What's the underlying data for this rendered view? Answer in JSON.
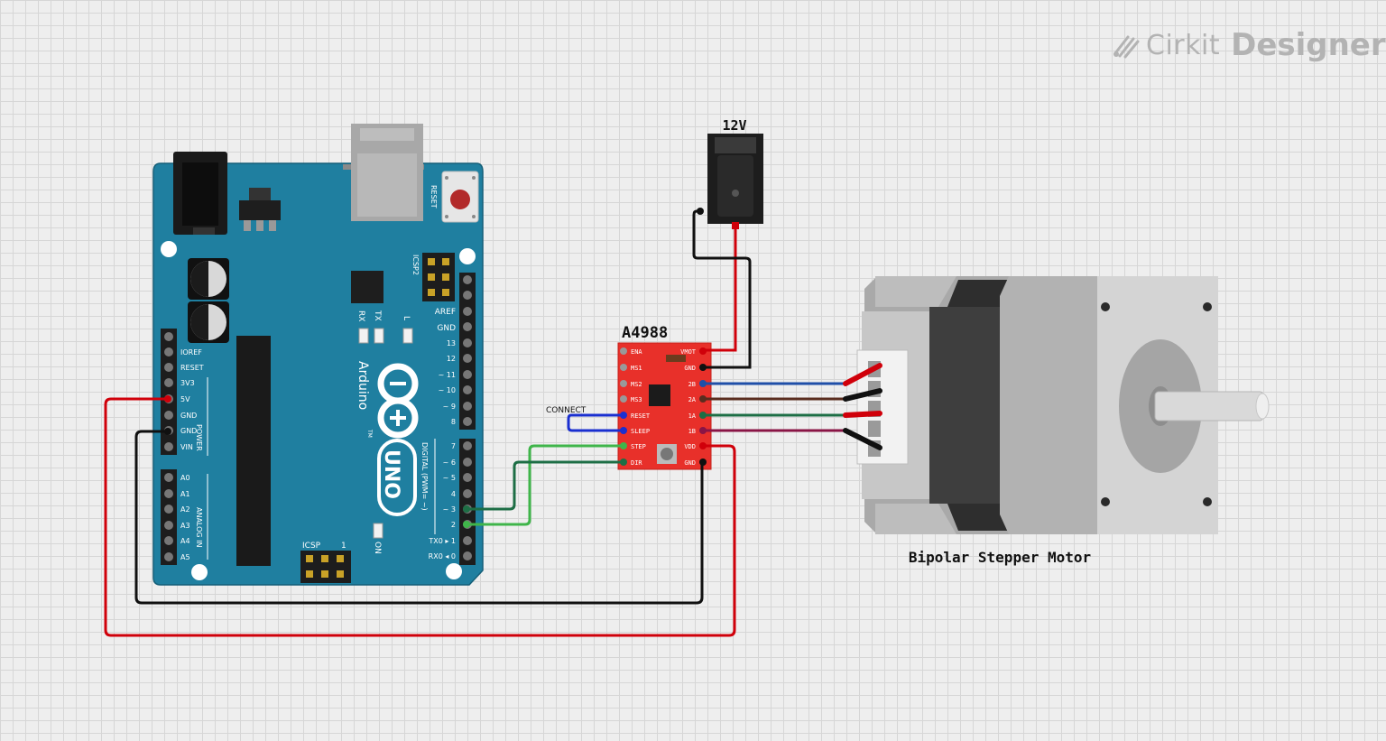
{
  "brand": {
    "part1": "Cirkit",
    "part2": "Designer"
  },
  "arduino": {
    "reset_button_label": "RESET",
    "icsp2_label": "ICSP2",
    "icsp_label": "ICSP",
    "icsp_pin1_label": "1",
    "aref_label": "AREF",
    "gnd_label": "GND",
    "digital_pins": [
      "13",
      "12",
      "~ 11",
      "~ 10",
      "~ 9",
      "8",
      "7",
      "~ 6",
      "~ 5",
      "4",
      "~ 3",
      "2",
      "TX0 ▸ 1",
      "RX0 ◂ 0"
    ],
    "power_pins": [
      "IOREF",
      "RESET",
      "3V3",
      "5V",
      "GND",
      "GND",
      "VIN"
    ],
    "power_group_label": "POWER",
    "analog_pins": [
      "A0",
      "A1",
      "A2",
      "A3",
      "A4",
      "A5"
    ],
    "analog_group_label": "ANALOG IN",
    "digital_group_label": "DIGITAL (PWM= ~)",
    "led_rx": "RX",
    "led_tx": "TX",
    "led_l": "L",
    "led_on": "ON",
    "brand_name": "Arduino",
    "tm_mark": "TM",
    "model": "UNO"
  },
  "driver": {
    "title": "A4988",
    "left_pins": [
      "ENA",
      "MS1",
      "MS2",
      "MS3",
      "RESET",
      "SLEEP",
      "STEP",
      "DIR"
    ],
    "right_pins": [
      "VMOT",
      "GND",
      "2B",
      "2A",
      "1A",
      "1B",
      "VDD",
      "GND"
    ]
  },
  "connect_label": "CONNECT",
  "power_jack": {
    "label": "12V"
  },
  "motor": {
    "label": "Bipolar Stepper Motor"
  },
  "colors": {
    "board": "#1f7fa0",
    "board_dark": "#155f78",
    "driver": "#e8302a",
    "red_wire": "#d0000a",
    "black_wire": "#101010",
    "blue_wire": "#1f4fa8",
    "brown_wire": "#5a2d1f",
    "dark_green_wire": "#1d6e45",
    "green_wire": "#3fb54a",
    "maroon_wire": "#8a1546",
    "connect_wire": "#1a2fd0"
  }
}
